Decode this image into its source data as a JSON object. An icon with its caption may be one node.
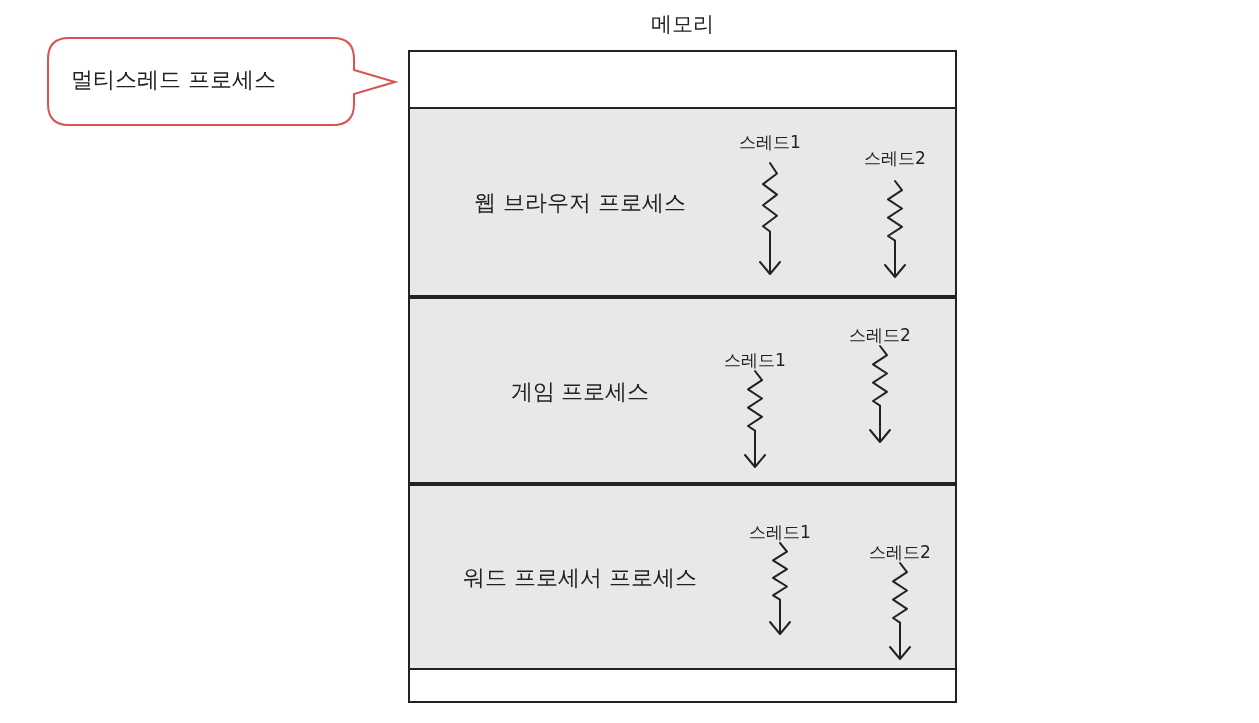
{
  "diagram": {
    "nodes": [
      {
        "text": [
          "멀티스레드 프로세스"
        ]
      },
      {
        "text": [
          "메모리"
        ]
      },
      {
        "text": [
          "웹 브라우저 프로세스",
          "스레드1",
          "스레드2"
        ],
        "in": 1
      },
      {
        "text": [
          "게임 프로세스",
          "스레드1",
          "스레드2"
        ],
        "in": 1
      },
      {
        "text": [
          "워드 프로세서 프로세스",
          "스레드1",
          "스레드2"
        ],
        "in": 1
      }
    ]
  }
}
